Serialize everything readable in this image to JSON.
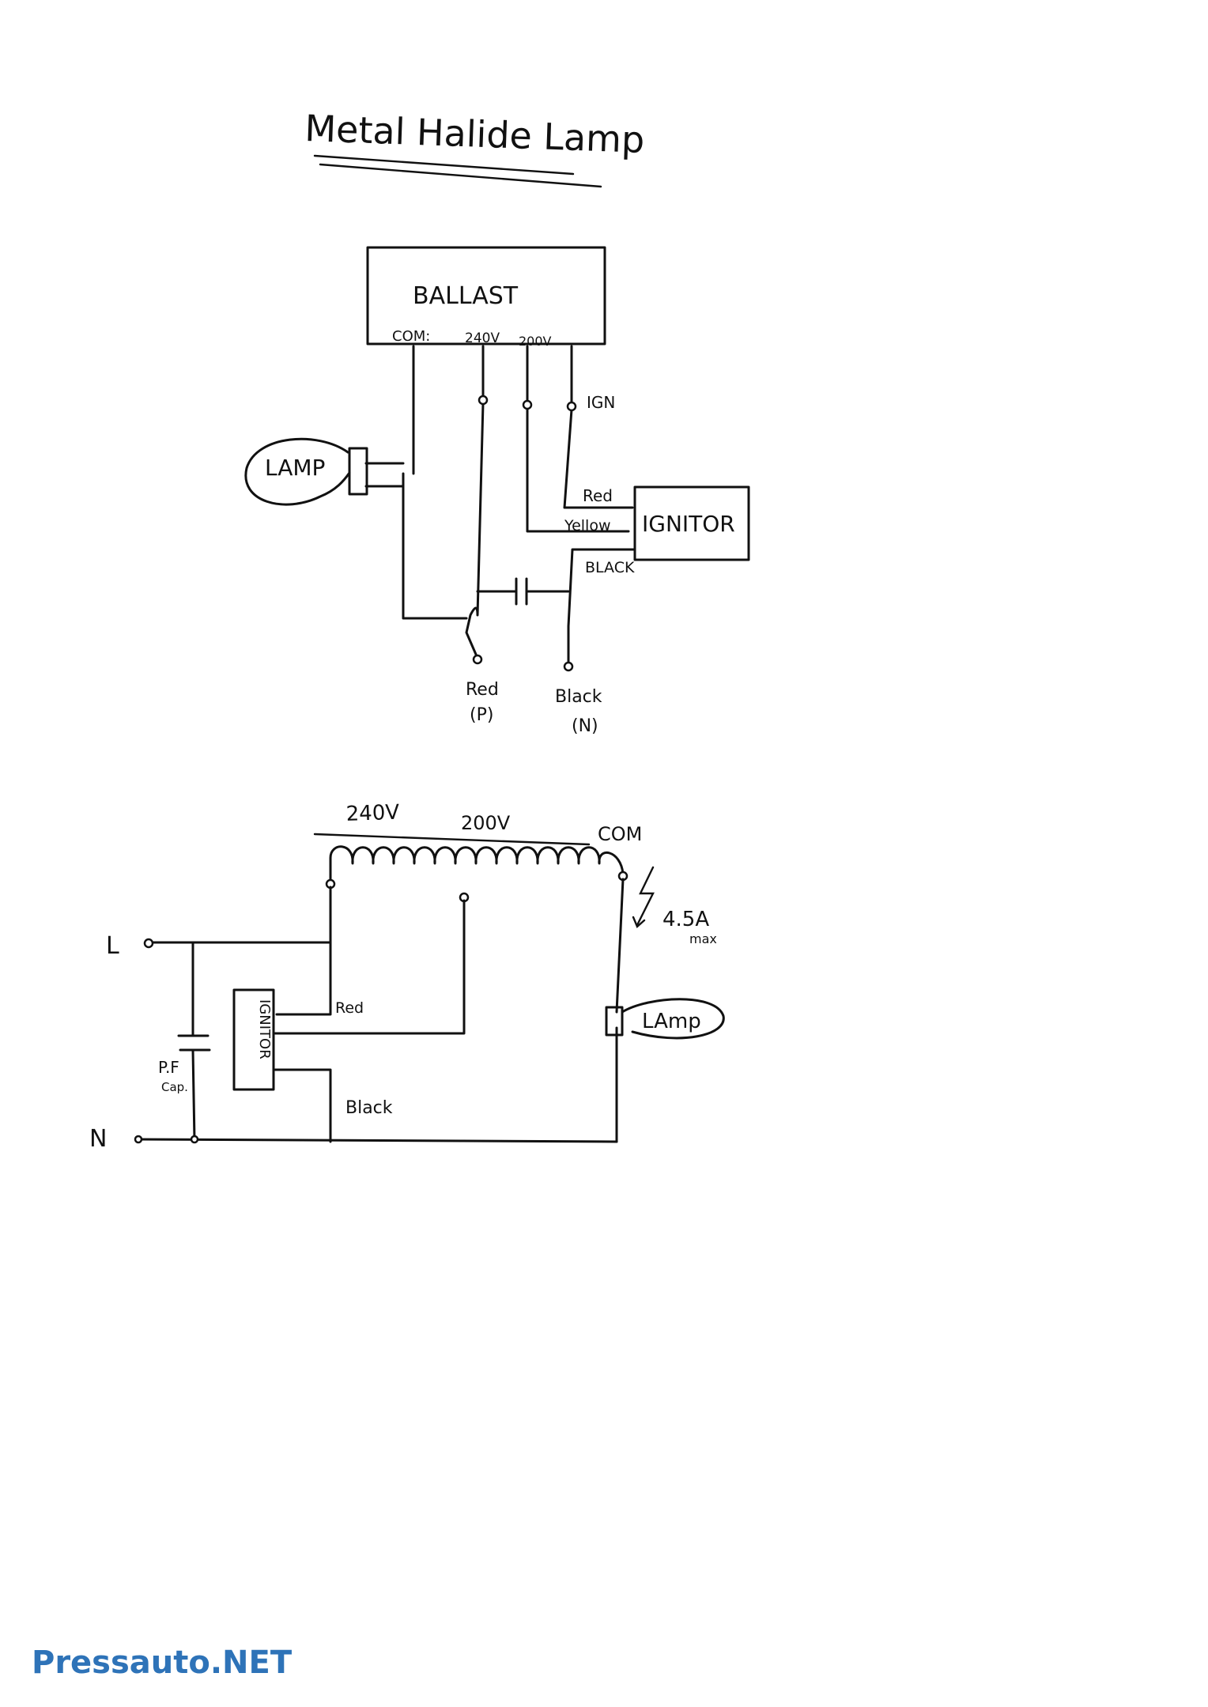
{
  "title": "Metal Halide Lamp",
  "watermark": "Pressauto.NET",
  "diagram1": {
    "ballast": {
      "label": "BALLAST",
      "terminals": {
        "com": "COM:",
        "t240": "240V",
        "t200": "200V"
      }
    },
    "lamp_label": "LAMP",
    "ign_label": "IGN",
    "ignitor": {
      "label": "IGNITOR",
      "wire_red": "Red",
      "wire_yellow": "Yellow",
      "wire_black": "BLACK"
    },
    "output_red": {
      "label": "Red",
      "sub": "(P)"
    },
    "output_black": {
      "label": "Black",
      "sub": "(N)"
    }
  },
  "diagram2": {
    "taps": {
      "t240": "240V",
      "t200": "200V",
      "com": "COM"
    },
    "current": "4.5A",
    "current_sub": "max",
    "line_label": "L",
    "neutral_label": "N",
    "pf_label": "P.F",
    "pf_sub": "Cap.",
    "ignitor_label": "IGNITOR",
    "red_label": "Red",
    "black_label": "Black",
    "lamp_label": "LAmp"
  }
}
